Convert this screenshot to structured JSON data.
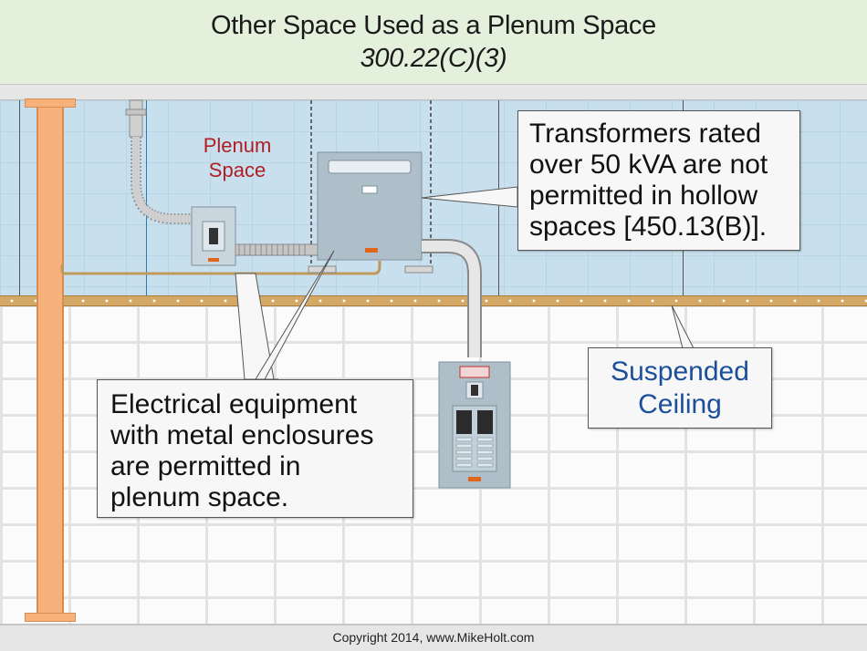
{
  "header": {
    "title": "Other Space Used as a Plenum Space",
    "code_ref": "300.22(C)(3)"
  },
  "labels": {
    "plenum_space": [
      "Plenum",
      "Space"
    ]
  },
  "callouts": {
    "transformer": [
      "Transformers rated",
      "over 50 kVA are not",
      "permitted in hollow",
      "spaces [450.13(B)]."
    ],
    "equipment": [
      "Electrical equipment",
      "with metal enclosures",
      "are permitted in",
      "plenum space."
    ],
    "ceiling": [
      "Suspended",
      "Ceiling"
    ]
  },
  "footer": {
    "copyright": "Copyright 2014, www.MikeHolt.com"
  },
  "colors": {
    "title_bg": "#e3f0dc",
    "plenum_bg": "#c8e0ee",
    "plenum_label": "#b01e24",
    "ceiling_label": "#1c4f9a",
    "column": "#f7b27c",
    "ceiling_grid": "#d4a865",
    "enclosure": "#aebfca"
  }
}
